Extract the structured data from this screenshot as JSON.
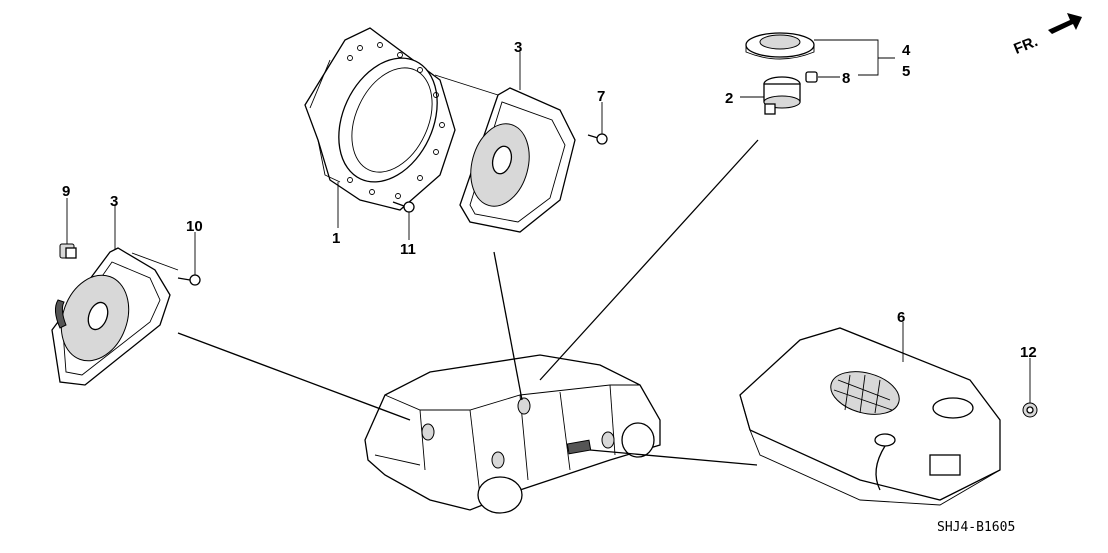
{
  "diagram": {
    "drawing_code": "SHJ4-B1605",
    "direction_label": "FR.",
    "callouts": [
      {
        "id": "c1",
        "label": "1"
      },
      {
        "id": "c2",
        "label": "2"
      },
      {
        "id": "c3a",
        "label": "3"
      },
      {
        "id": "c3b",
        "label": "3"
      },
      {
        "id": "c4",
        "label": "4"
      },
      {
        "id": "c5",
        "label": "5"
      },
      {
        "id": "c6",
        "label": "6"
      },
      {
        "id": "c7",
        "label": "7"
      },
      {
        "id": "c8",
        "label": "8"
      },
      {
        "id": "c9",
        "label": "9"
      },
      {
        "id": "c10",
        "label": "10"
      },
      {
        "id": "c11",
        "label": "11"
      },
      {
        "id": "c12",
        "label": "12"
      }
    ]
  }
}
